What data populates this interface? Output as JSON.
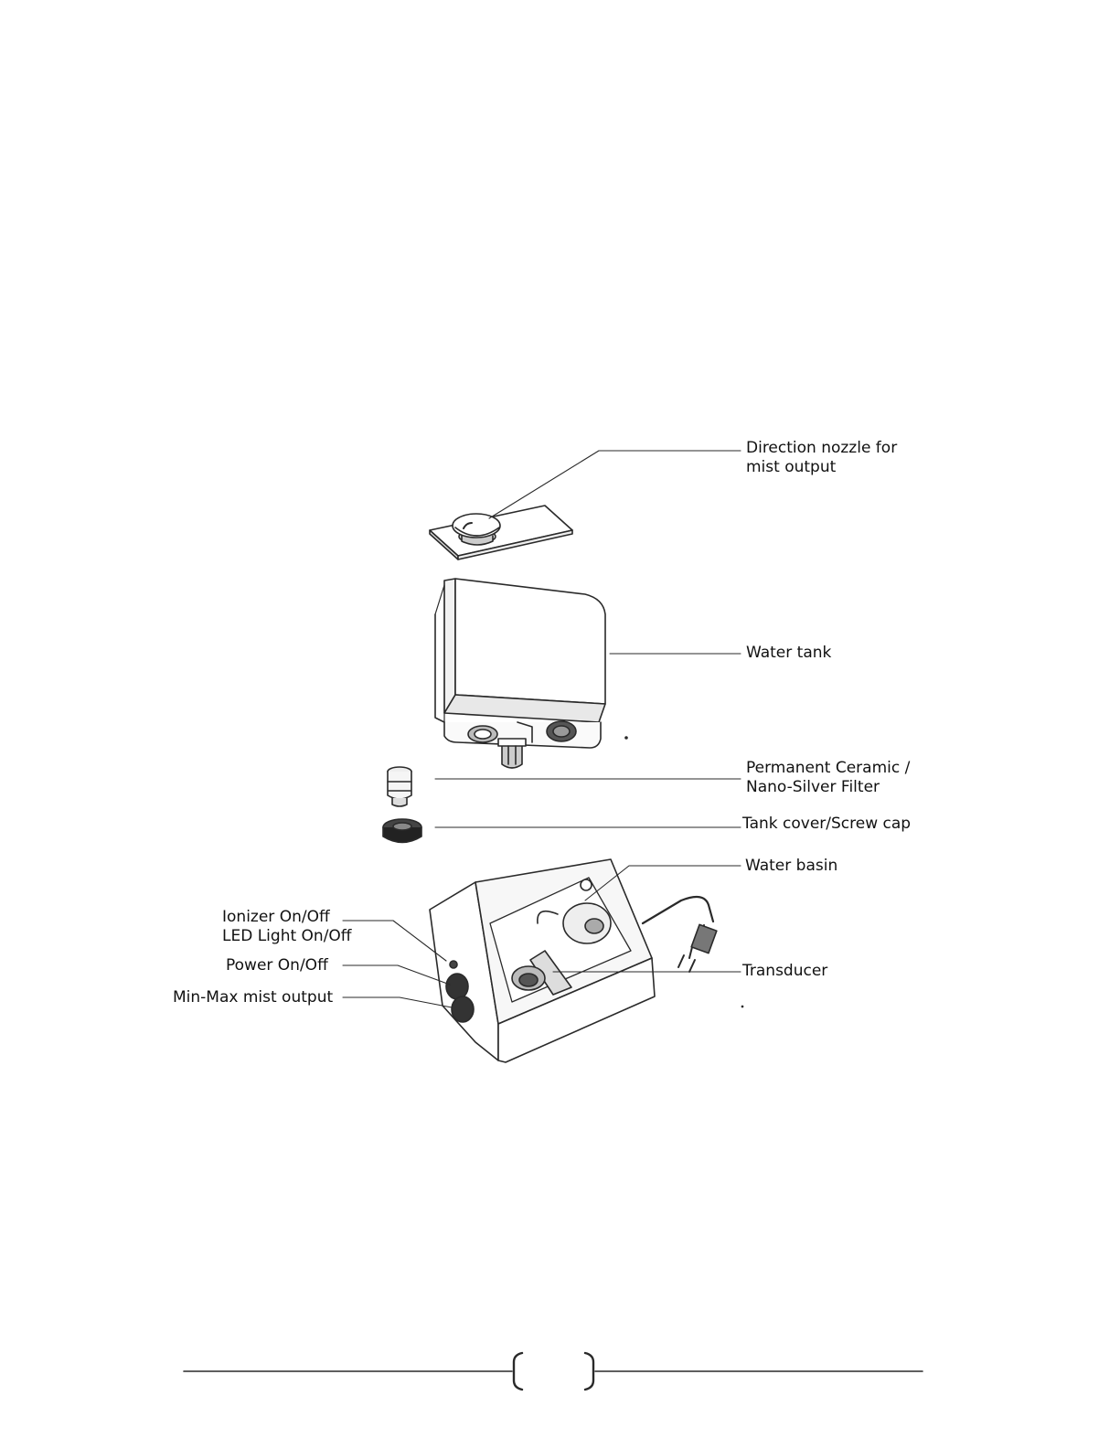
{
  "labels": {
    "nozzle_line1": "Direction nozzle for",
    "nozzle_line2": "mist output",
    "water_tank": "Water tank",
    "filter_line1": "Permanent Ceramic /",
    "filter_line2": "Nano-Silver Filter",
    "screw_cap": "Tank cover/Screw cap",
    "water_basin": "Water basin",
    "transducer": "Transducer",
    "ionizer_line1": "Ionizer On/Off",
    "ionizer_line2": "LED Light On/Off",
    "power": "Power On/Off",
    "mist_output": "Min-Max mist output"
  },
  "colors": {
    "line": "#2a2a2a",
    "text": "#111111"
  }
}
